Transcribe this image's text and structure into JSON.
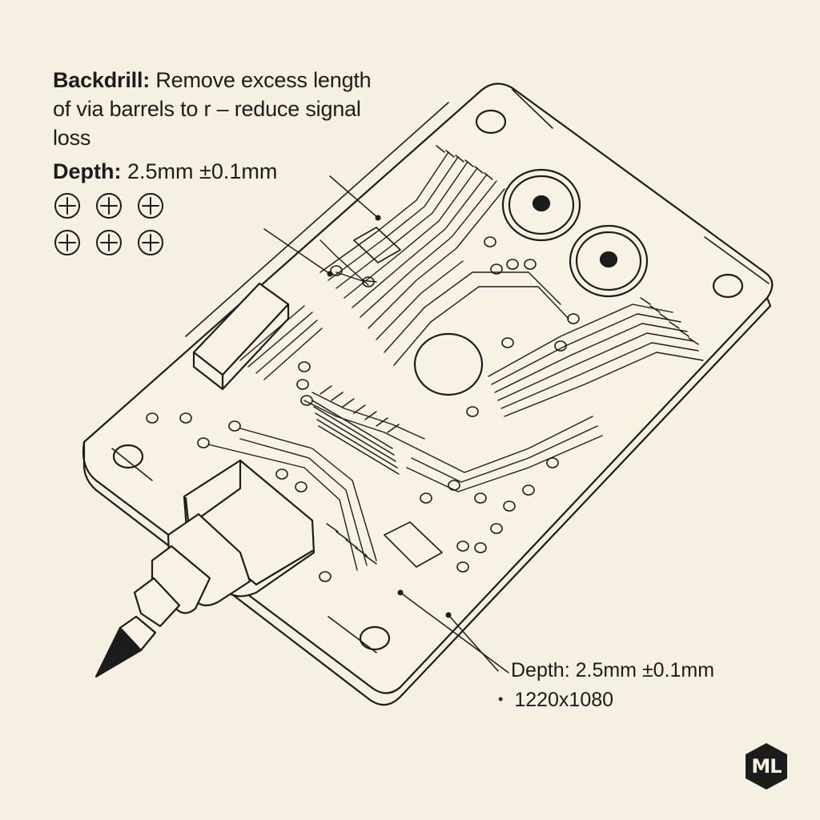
{
  "notes": {
    "title_bold": "Backdrill:",
    "title_text": "Remove excess length of via barrels to r –  reduce signal loss",
    "depth_bold": "Depth:",
    "depth_text": "2.5mm ±0.1mm"
  },
  "callouts": {
    "depth": "Depth: 2.5mm ±0.1mm",
    "resolution_bullet": "•",
    "resolution": "1220x1080"
  },
  "logo": {
    "text": "ML"
  },
  "colors": {
    "background": "#f5f0e1",
    "ink": "#1c1c1c"
  },
  "icons": [
    "crosshair-icon",
    "crosshair-icon",
    "crosshair-icon",
    "crosshair-icon",
    "crosshair-icon",
    "crosshair-icon"
  ]
}
